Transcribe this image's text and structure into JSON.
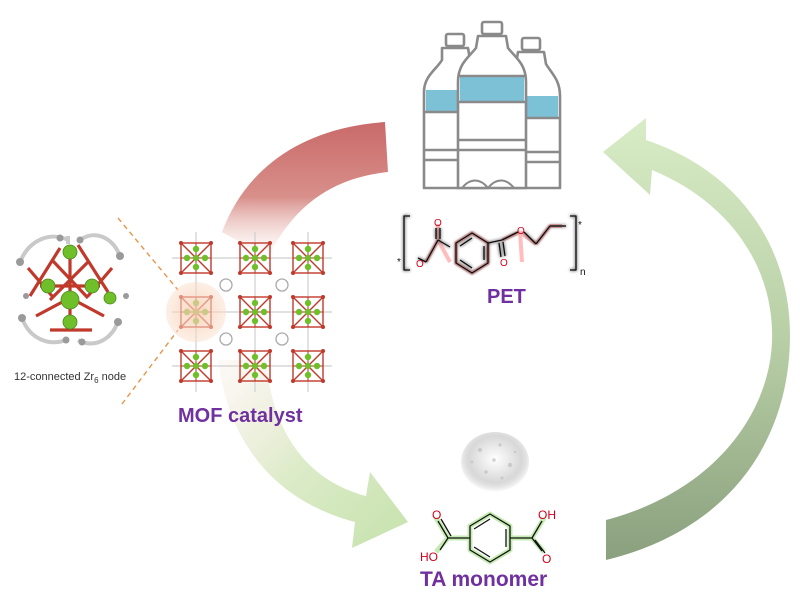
{
  "labels": {
    "pet": "PET",
    "mof_catalyst": "MOF catalyst",
    "ta_monomer": "TA monomer",
    "node_caption_prefix": "12-connected Zr",
    "node_caption_sub": "6",
    "node_caption_suffix": " node"
  },
  "pet_structure": {
    "left_oxygen": "O",
    "carbonyl_oxygen_1": "O",
    "carbonyl_oxygen_2": "O",
    "ester_oxygen": "O",
    "repeat_subscript": "n",
    "end_star_left": "*",
    "end_star_right": "*"
  },
  "ta_structure": {
    "carbonyl_oxygen_1": "O",
    "carbonyl_oxygen_2": "O",
    "hydroxyl_left": "HO",
    "hydroxyl_right": "OH"
  },
  "colors": {
    "accent_label": "#7030a0",
    "arrow_red": "#c96a6a",
    "arrow_green_light": "#cfe6b8",
    "arrow_green_dark": "#8aa07e",
    "zr_green": "#6fbf2a",
    "oxygen_red": "#c0392b",
    "bottle_blue": "#7cc1d6",
    "bottle_outline": "#8a8a8a",
    "pet_glow": "#ff9a9a",
    "ta_glow": "#b7e7a0"
  }
}
